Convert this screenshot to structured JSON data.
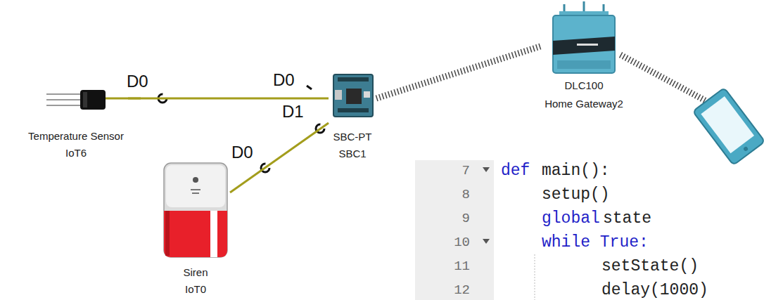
{
  "diagram": {
    "nodes": [
      {
        "text": [
          "Temperature Sensor",
          "IoT6"
        ]
      },
      {
        "text": [
          "SBC-PT",
          "SBC1"
        ]
      },
      {
        "text": [
          "DLC100",
          "Home Gateway2"
        ]
      },
      {
        "text": [
          "Siren",
          "IoT0"
        ]
      }
    ],
    "edges": [
      {
        "from": 0,
        "to": 1,
        "arrow": "none"
      },
      {
        "from": 1,
        "to": 3,
        "arrow": "none"
      },
      {
        "from": 1,
        "to": 2,
        "arrow": "none"
      }
    ],
    "labels": [
      "D0",
      "D0",
      "D1",
      "D0",
      "7",
      "def",
      "main():",
      "8",
      "setup()",
      "9",
      "global",
      "state",
      "10",
      "while True:",
      "11",
      "setState()",
      "12",
      "delay(1000)"
    ]
  }
}
